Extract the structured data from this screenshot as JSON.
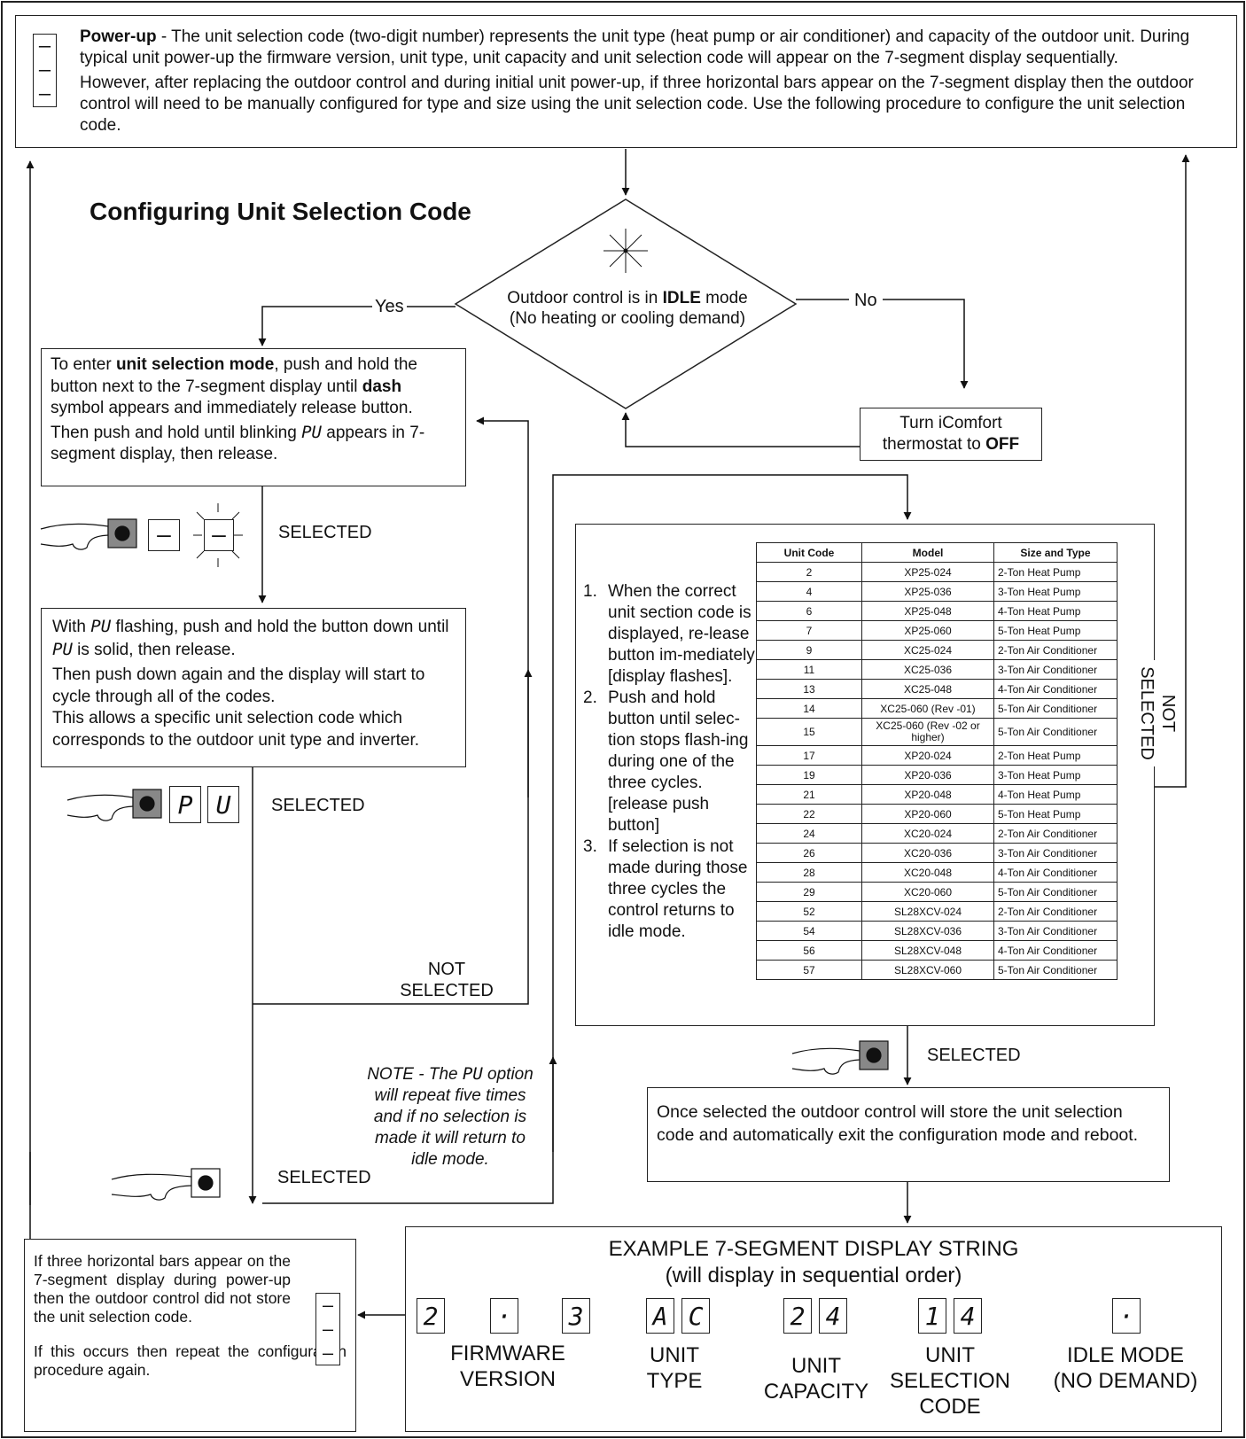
{
  "title": "Configuring Unit Selection Code",
  "powerup": {
    "heading": "Power-up",
    "p1": " - The unit selection code (two-digit number)  represents the unit type (heat pump or air conditioner) and capacity of the outdoor unit. During typical unit power-up the firmware version, unit type, unit capacity and unit selection code will appear on the 7-segment display sequentially.",
    "p2": "However, after replacing the outdoor control and during initial unit power-up, if three horizontal bars appear on the 7-segment display then the outdoor control will need to be manually configured for type and size using the unit selection code. Use the following procedure to configure the unit selection code."
  },
  "decision": {
    "line1_pre": "Outdoor control is in ",
    "line1_bold": "IDLE",
    "line1_post": " mode",
    "line2": "(No heating or cooling demand)",
    "yes": "Yes",
    "no": "No"
  },
  "turn_off": {
    "line1": "Turn iComfort",
    "line2_pre": "thermostat to ",
    "line2_bold": "OFF"
  },
  "enter_box": {
    "t1": "To enter ",
    "b1": "unit selection mode",
    "t2": ", push and hold the button next to the 7-segment display until ",
    "b2": "dash",
    "t3": " symbol appears  and immediately release button.",
    "t4": "Then push and hold until blinking ",
    "pu": "PU",
    "t5": " appears in 7-segment display, then release."
  },
  "pu_box": {
    "t1": "With ",
    "pu": "PU",
    "t2": " flashing, push and hold the button down until ",
    "t3": " is solid, then release.",
    "t4": "Then push down again and the display will start to cycle through all of the codes.",
    "t5": "This allows a specific unit selection code which corresponds to the outdoor unit type and inverter."
  },
  "labels": {
    "selected": "SELECTED",
    "not": "NOT",
    "not_selected": "SELECTED",
    "dash": "–",
    "p": "P",
    "u": "U"
  },
  "note": {
    "t1": "NOTE - The ",
    "pu": "PU",
    "t2": " option will repeat five times and if no selection is made it will return to idle mode."
  },
  "steps": [
    {
      "num": "1.",
      "text": "When the correct unit section code is displayed, re-lease button im-mediately [display flashes]."
    },
    {
      "num": "2.",
      "text": "Push and hold button until selec-tion stops flash-ing during one of the three cycles. [release push button]"
    },
    {
      "num": "3.",
      "text": "If selection is not made during those three cycles the control returns to idle mode."
    }
  ],
  "table": {
    "headers": [
      "Unit Code",
      "Model",
      "Size and Type"
    ],
    "rows": [
      [
        "2",
        "XP25-024",
        "2-Ton Heat Pump"
      ],
      [
        "4",
        "XP25-036",
        "3-Ton Heat Pump"
      ],
      [
        "6",
        "XP25-048",
        "4-Ton Heat Pump"
      ],
      [
        "7",
        "XP25-060",
        "5-Ton Heat Pump"
      ],
      [
        "9",
        "XC25-024",
        "2-Ton Air Conditioner"
      ],
      [
        "11",
        "XC25-036",
        "3-Ton Air Conditioner"
      ],
      [
        "13",
        "XC25-048",
        "4-Ton Air Conditioner"
      ],
      [
        "14",
        "XC25-060 (Rev -01)",
        "5-Ton Air Conditioner"
      ],
      [
        "15",
        "XC25-060 (Rev -02 or higher)",
        "5-Ton Air Conditioner"
      ],
      [
        "17",
        "XP20-024",
        "2-Ton Heat Pump"
      ],
      [
        "19",
        "XP20-036",
        "3-Ton Heat Pump"
      ],
      [
        "21",
        "XP20-048",
        "4-Ton Heat Pump"
      ],
      [
        "22",
        "XP20-060",
        "5-Ton Heat Pump"
      ],
      [
        "24",
        "XC20-024",
        "2-Ton Air Conditioner"
      ],
      [
        "26",
        "XC20-036",
        "3-Ton Air Conditioner"
      ],
      [
        "28",
        "XC20-048",
        "4-Ton Air Conditioner"
      ],
      [
        "29",
        "XC20-060",
        "5-Ton Air Conditioner"
      ],
      [
        "52",
        "SL28XCV-024",
        "2-Ton Air Conditioner"
      ],
      [
        "54",
        "SL28XCV-036",
        "3-Ton Air Conditioner"
      ],
      [
        "56",
        "SL28XCV-048",
        "4-Ton Air Conditioner"
      ],
      [
        "57",
        "SL28XCV-060",
        "5-Ton Air Conditioner"
      ]
    ]
  },
  "store_box": "Once selected the outdoor control will store the unit selection code and automatically exit the configuration mode and reboot.",
  "example": {
    "line1": "EXAMPLE 7-SEGMENT DISPLAY STRING",
    "line2": "(will display in sequential order)",
    "digits": {
      "fw1": "2",
      "fw2": "·",
      "fw3": "3",
      "ut1": "A",
      "ut2": "C",
      "cap1": "2",
      "cap2": "4",
      "usc1": "1",
      "usc2": "4",
      "idle": "·"
    },
    "captions": {
      "fw": [
        "FIRMWARE",
        "VERSION"
      ],
      "ut": [
        "UNIT",
        "TYPE"
      ],
      "cap": [
        "UNIT",
        "CAPACITY"
      ],
      "usc": [
        "UNIT",
        "SELECTION",
        "CODE"
      ],
      "idle": [
        "IDLE MODE",
        "(NO DEMAND)"
      ]
    }
  },
  "bars_box": {
    "p1": "If three horizontal bars appear on the 7-segment display during power-up then the outdoor control did not store the unit selection code.",
    "p2": "If this occurs then repeat the configuration procedure again."
  }
}
